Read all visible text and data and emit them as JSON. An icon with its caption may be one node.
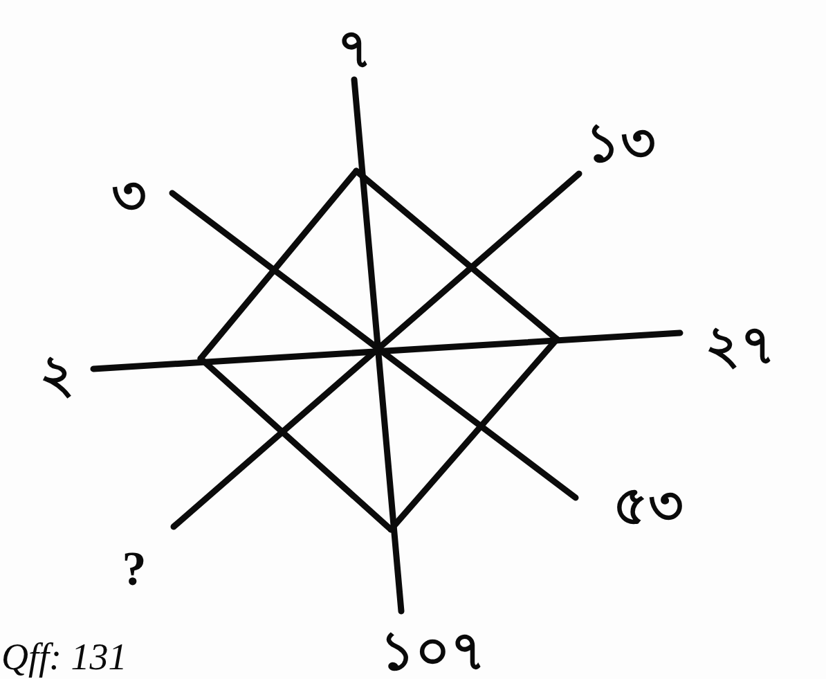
{
  "diagram": {
    "labels": [
      "৭",
      "১৩",
      "৩",
      "২৭",
      "২",
      "৫৩",
      "?",
      "Qff: 131",
      "১০৭"
    ]
  }
}
